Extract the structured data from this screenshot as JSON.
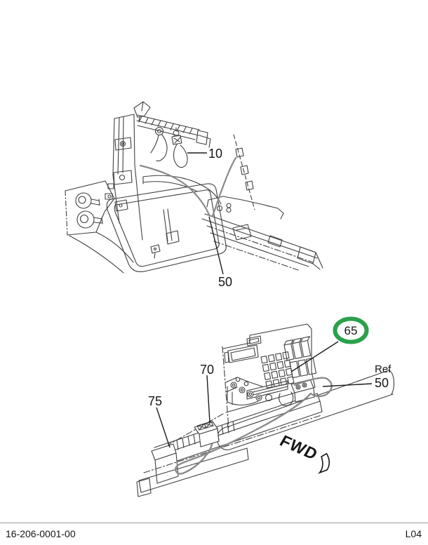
{
  "diagram": {
    "type": "parts-illustration",
    "callouts": {
      "item10": {
        "label": "10",
        "highlighted": false
      },
      "item50": {
        "label": "50",
        "highlighted": false
      },
      "item65": {
        "label": "65",
        "highlighted": true
      },
      "item70": {
        "label": "70",
        "highlighted": false
      },
      "item75": {
        "label": "75",
        "highlighted": false
      },
      "ref50": {
        "prefix": "Ref",
        "label": "50",
        "highlighted": false
      }
    },
    "direction_indicator": {
      "label": "FWD"
    },
    "colors": {
      "highlight_ring": "#2aa14a",
      "line_art": "#404040",
      "harness": "#8a8a8a"
    }
  },
  "footer": {
    "document_number": "16-206-0001-00",
    "sheet_code": "L04"
  }
}
